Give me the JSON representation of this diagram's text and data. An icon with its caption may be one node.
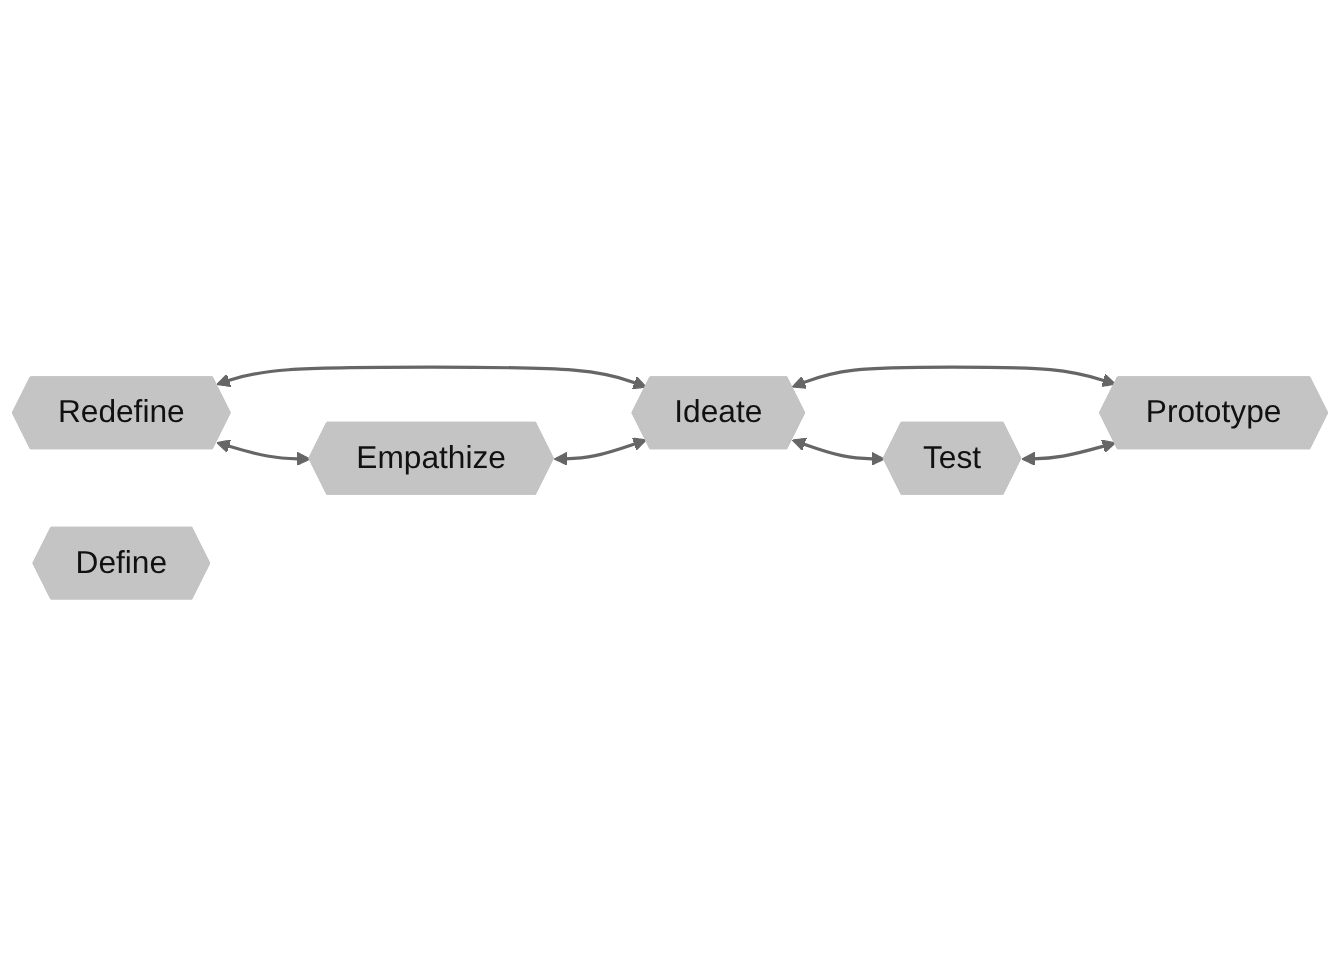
{
  "diagram": {
    "nodes": [
      {
        "text": [
          "Redefine"
        ]
      },
      {
        "text": [
          "Define"
        ]
      },
      {
        "text": [
          "Empathize"
        ]
      },
      {
        "text": [
          "Ideate"
        ]
      },
      {
        "text": [
          "Test"
        ]
      },
      {
        "text": [
          "Prototype"
        ]
      }
    ],
    "edges": [
      {
        "from": 0,
        "to": 2,
        "arrow": "both"
      },
      {
        "from": 0,
        "to": 3,
        "arrow": "both"
      },
      {
        "from": 2,
        "to": 3,
        "arrow": "both"
      },
      {
        "from": 3,
        "to": 4,
        "arrow": "both"
      },
      {
        "from": 3,
        "to": 5,
        "arrow": "both"
      },
      {
        "from": 4,
        "to": 5,
        "arrow": "both"
      }
    ]
  }
}
